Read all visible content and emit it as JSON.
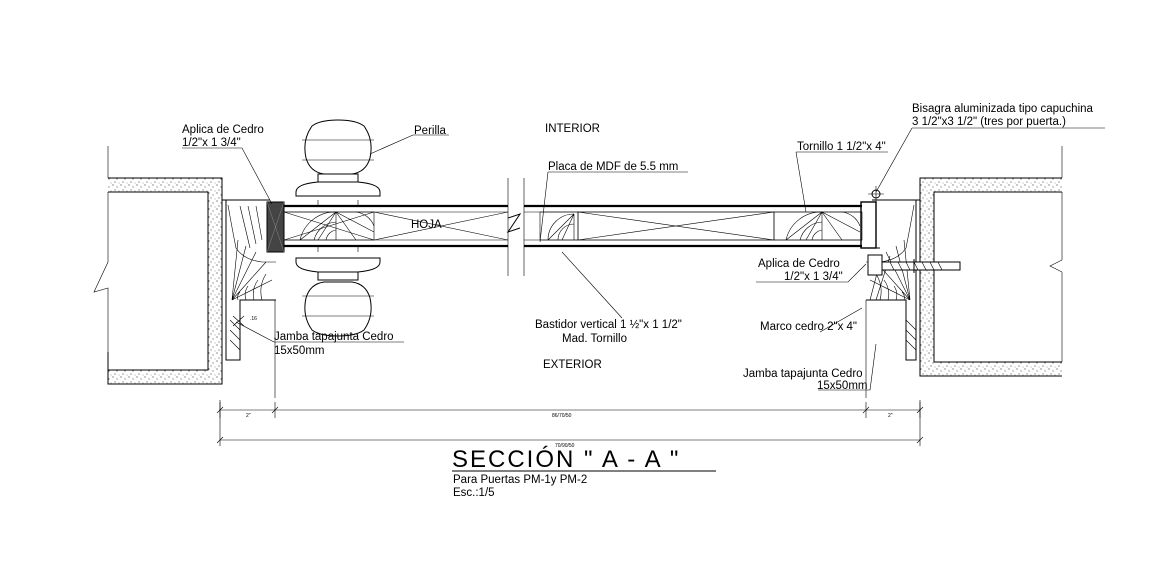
{
  "labels": {
    "interior": "INTERIOR",
    "exterior": "EXTERIOR",
    "hoja": "HOJA",
    "perilla": "Perilla",
    "placa_mdf": "Placa de MDF de 5.5 mm",
    "aplica_left_1": "Aplica de Cedro",
    "aplica_left_2": "1/2\"x 1 3/4\"",
    "bisagra_1": "Bisagra aluminizada tipo capuchina",
    "bisagra_2": "3 1/2\"x3  1/2\" (tres por puerta.)",
    "tornillo": "Tornillo 1 1/2\"x 4\"",
    "aplica_right_1": "Aplica de Cedro",
    "aplica_right_2": "1/2\"x 1 3/4\"",
    "bastidor_1": "Bastidor vertical 1 ½\"x 1 1/2\"",
    "bastidor_2": "Mad. Tornillo",
    "marco": "Marco cedro 2\"x 4\"",
    "jamba_left_1": "Jamba tapajunta Cedro",
    "jamba_left_2": "15x50mm",
    "jamba_right_1": "Jamba tapajunta Cedro",
    "jamba_right_2": "15x50mm",
    "dim_small": ".16"
  },
  "dimensions": {
    "left": "2\"",
    "center": "86/70/50",
    "right": "2\"",
    "total": "70/90/50"
  },
  "title": {
    "main": "SECCIÓN \" A - A \"",
    "sub1": "Para Puertas PM-1y PM-2",
    "sub2": "Esc.:1/5"
  }
}
